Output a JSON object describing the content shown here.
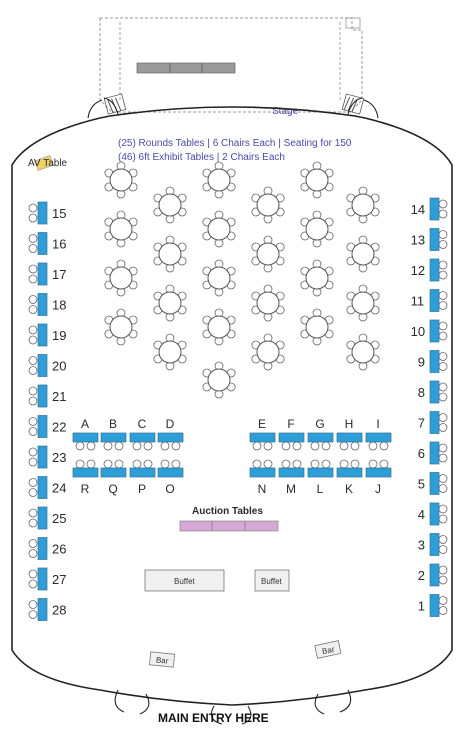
{
  "stage": {
    "label": "Stage"
  },
  "info": {
    "line1": "(25) Rounds Tables | 6 Chairs Each | Seating for 150",
    "line2": "(46) 6ft Exhibit Tables | 2 Chairs Each"
  },
  "av_table": {
    "label": "AV Table"
  },
  "left_tables": [
    "15",
    "16",
    "17",
    "18",
    "19",
    "20",
    "21",
    "22",
    "23",
    "24",
    "25",
    "26",
    "27",
    "28"
  ],
  "right_tables": [
    "14",
    "13",
    "12",
    "11",
    "10",
    "9",
    "8",
    "7",
    "6",
    "5",
    "4",
    "3",
    "2",
    "1"
  ],
  "row1_letters_left": [
    "A",
    "B",
    "C",
    "D"
  ],
  "row1_letters_right": [
    "E",
    "F",
    "G",
    "H",
    "I"
  ],
  "row2_letters_left": [
    "R",
    "Q",
    "P",
    "O"
  ],
  "row2_letters_right": [
    "N",
    "M",
    "L",
    "K",
    "J"
  ],
  "auction": {
    "label": "Auction Tables"
  },
  "buffet": {
    "label1": "Buffet",
    "label2": "Buffet"
  },
  "bar": {
    "label1": "Bar",
    "label2": "Bar"
  },
  "entry": {
    "label": "MAIN ENTRY HERE"
  },
  "colors": {
    "exhibit_table": "#2c9fd9",
    "auction_table": "#d7a7d6",
    "av_table": "#f1d06a",
    "text_accent": "#4a4aa8"
  },
  "round_tables": {
    "count": 25,
    "chairs_each": 6
  }
}
